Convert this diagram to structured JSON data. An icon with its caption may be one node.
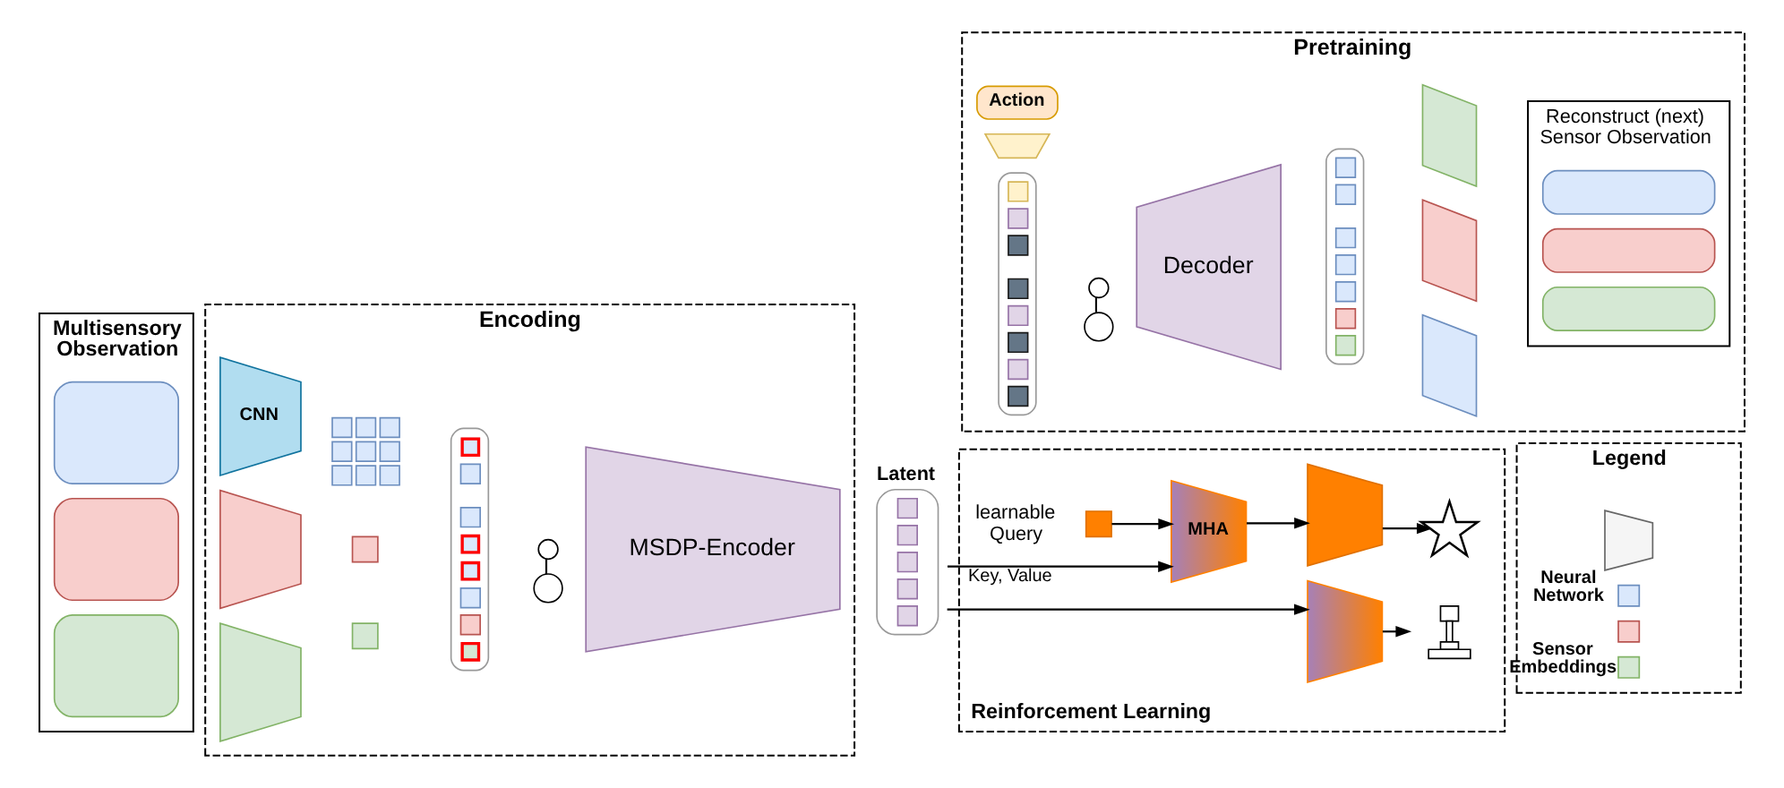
{
  "diagram": {
    "nodes": [
      {
        "text": [
          "Multisensory Observation"
        ]
      },
      {
        "text": [],
        "shape": "box",
        "in": 0
      },
      {
        "text": [],
        "shape": "box",
        "in": 0
      },
      {
        "text": [],
        "shape": "box",
        "in": 0
      },
      {
        "text": [
          "Encoding"
        ]
      },
      {
        "text": [
          "CNN"
        ],
        "in": 4
      },
      {
        "text": [],
        "shape": "trapezoid",
        "in": 4
      },
      {
        "text": [],
        "shape": "trapezoid",
        "in": 4
      },
      {
        "text": [],
        "shape": "box",
        "in": 4
      },
      {
        "text": [],
        "shape": "box",
        "in": 4
      },
      {
        "text": [],
        "shape": "box",
        "in": 4
      },
      {
        "text": [],
        "shape": "box",
        "in": 4
      },
      {
        "text": [],
        "shape": "circle",
        "in": 4
      },
      {
        "text": [],
        "shape": "circle",
        "in": 4
      },
      {
        "text": [
          "MSDP-Encoder"
        ],
        "in": 4
      },
      {
        "text": [
          "Latent"
        ]
      },
      {
        "text": [
          "Pretraining"
        ]
      },
      {
        "text": [
          "Action"
        ],
        "in": 16
      },
      {
        "text": [],
        "shape": "trapezoid",
        "in": 16
      },
      {
        "text": [],
        "shape": "box",
        "in": 16
      },
      {
        "text": [],
        "shape": "circle",
        "in": 16
      },
      {
        "text": [],
        "shape": "circle",
        "in": 16
      },
      {
        "text": [
          "Decoder"
        ],
        "in": 16
      },
      {
        "text": [],
        "shape": "box",
        "in": 16
      },
      {
        "text": [],
        "shape": "parallelogram",
        "in": 16
      },
      {
        "text": [],
        "shape": "parallelogram",
        "in": 16
      },
      {
        "text": [],
        "shape": "parallelogram",
        "in": 16
      },
      {
        "text": [
          "Reconstruct (next) Sensor Observation"
        ],
        "in": 16
      },
      {
        "text": [],
        "shape": "box",
        "in": 27
      },
      {
        "text": [],
        "shape": "box",
        "in": 27
      },
      {
        "text": [],
        "shape": "box",
        "in": 27
      },
      {
        "text": [
          "Reinforcement Learning"
        ]
      },
      {
        "text": [],
        "shape": "box",
        "beside": [
          "learnable Query"
        ],
        "in": 31
      },
      {
        "text": [
          "MHA"
        ],
        "in": 31
      },
      {
        "text": [],
        "shape": "trapezoid",
        "in": 31
      },
      {
        "text": [],
        "shape": "picture",
        "in": 31
      },
      {
        "text": [],
        "shape": "trapezoid",
        "in": 31
      },
      {
        "text": [],
        "shape": "picture",
        "in": 31
      },
      {
        "text": [
          "Legend"
        ]
      },
      {
        "text": [],
        "shape": "trapezoid",
        "beside": [
          "Neural Network"
        ],
        "in": 38
      },
      {
        "text": [],
        "shape": "box",
        "in": 38
      },
      {
        "text": [],
        "shape": "box",
        "beside": [
          "Sensor Embeddings"
        ],
        "in": 38
      },
      {
        "text": [],
        "shape": "box",
        "in": 38
      }
    ],
    "edges": [
      {
        "from": 12,
        "to": 13,
        "arrow": "none"
      },
      {
        "from": 20,
        "to": 21,
        "arrow": "none"
      },
      {
        "from": 32,
        "to": 33,
        "arrow": "to"
      },
      {
        "from": 15,
        "to": 33,
        "arrow": "to",
        "label": "Key, Value"
      },
      {
        "from": 33,
        "to": 34,
        "arrow": "to"
      },
      {
        "from": 34,
        "to": 35,
        "arrow": "to"
      },
      {
        "from": 15,
        "to": 36,
        "arrow": "to"
      },
      {
        "from": 36,
        "to": 37,
        "arrow": "to"
      }
    ]
  }
}
